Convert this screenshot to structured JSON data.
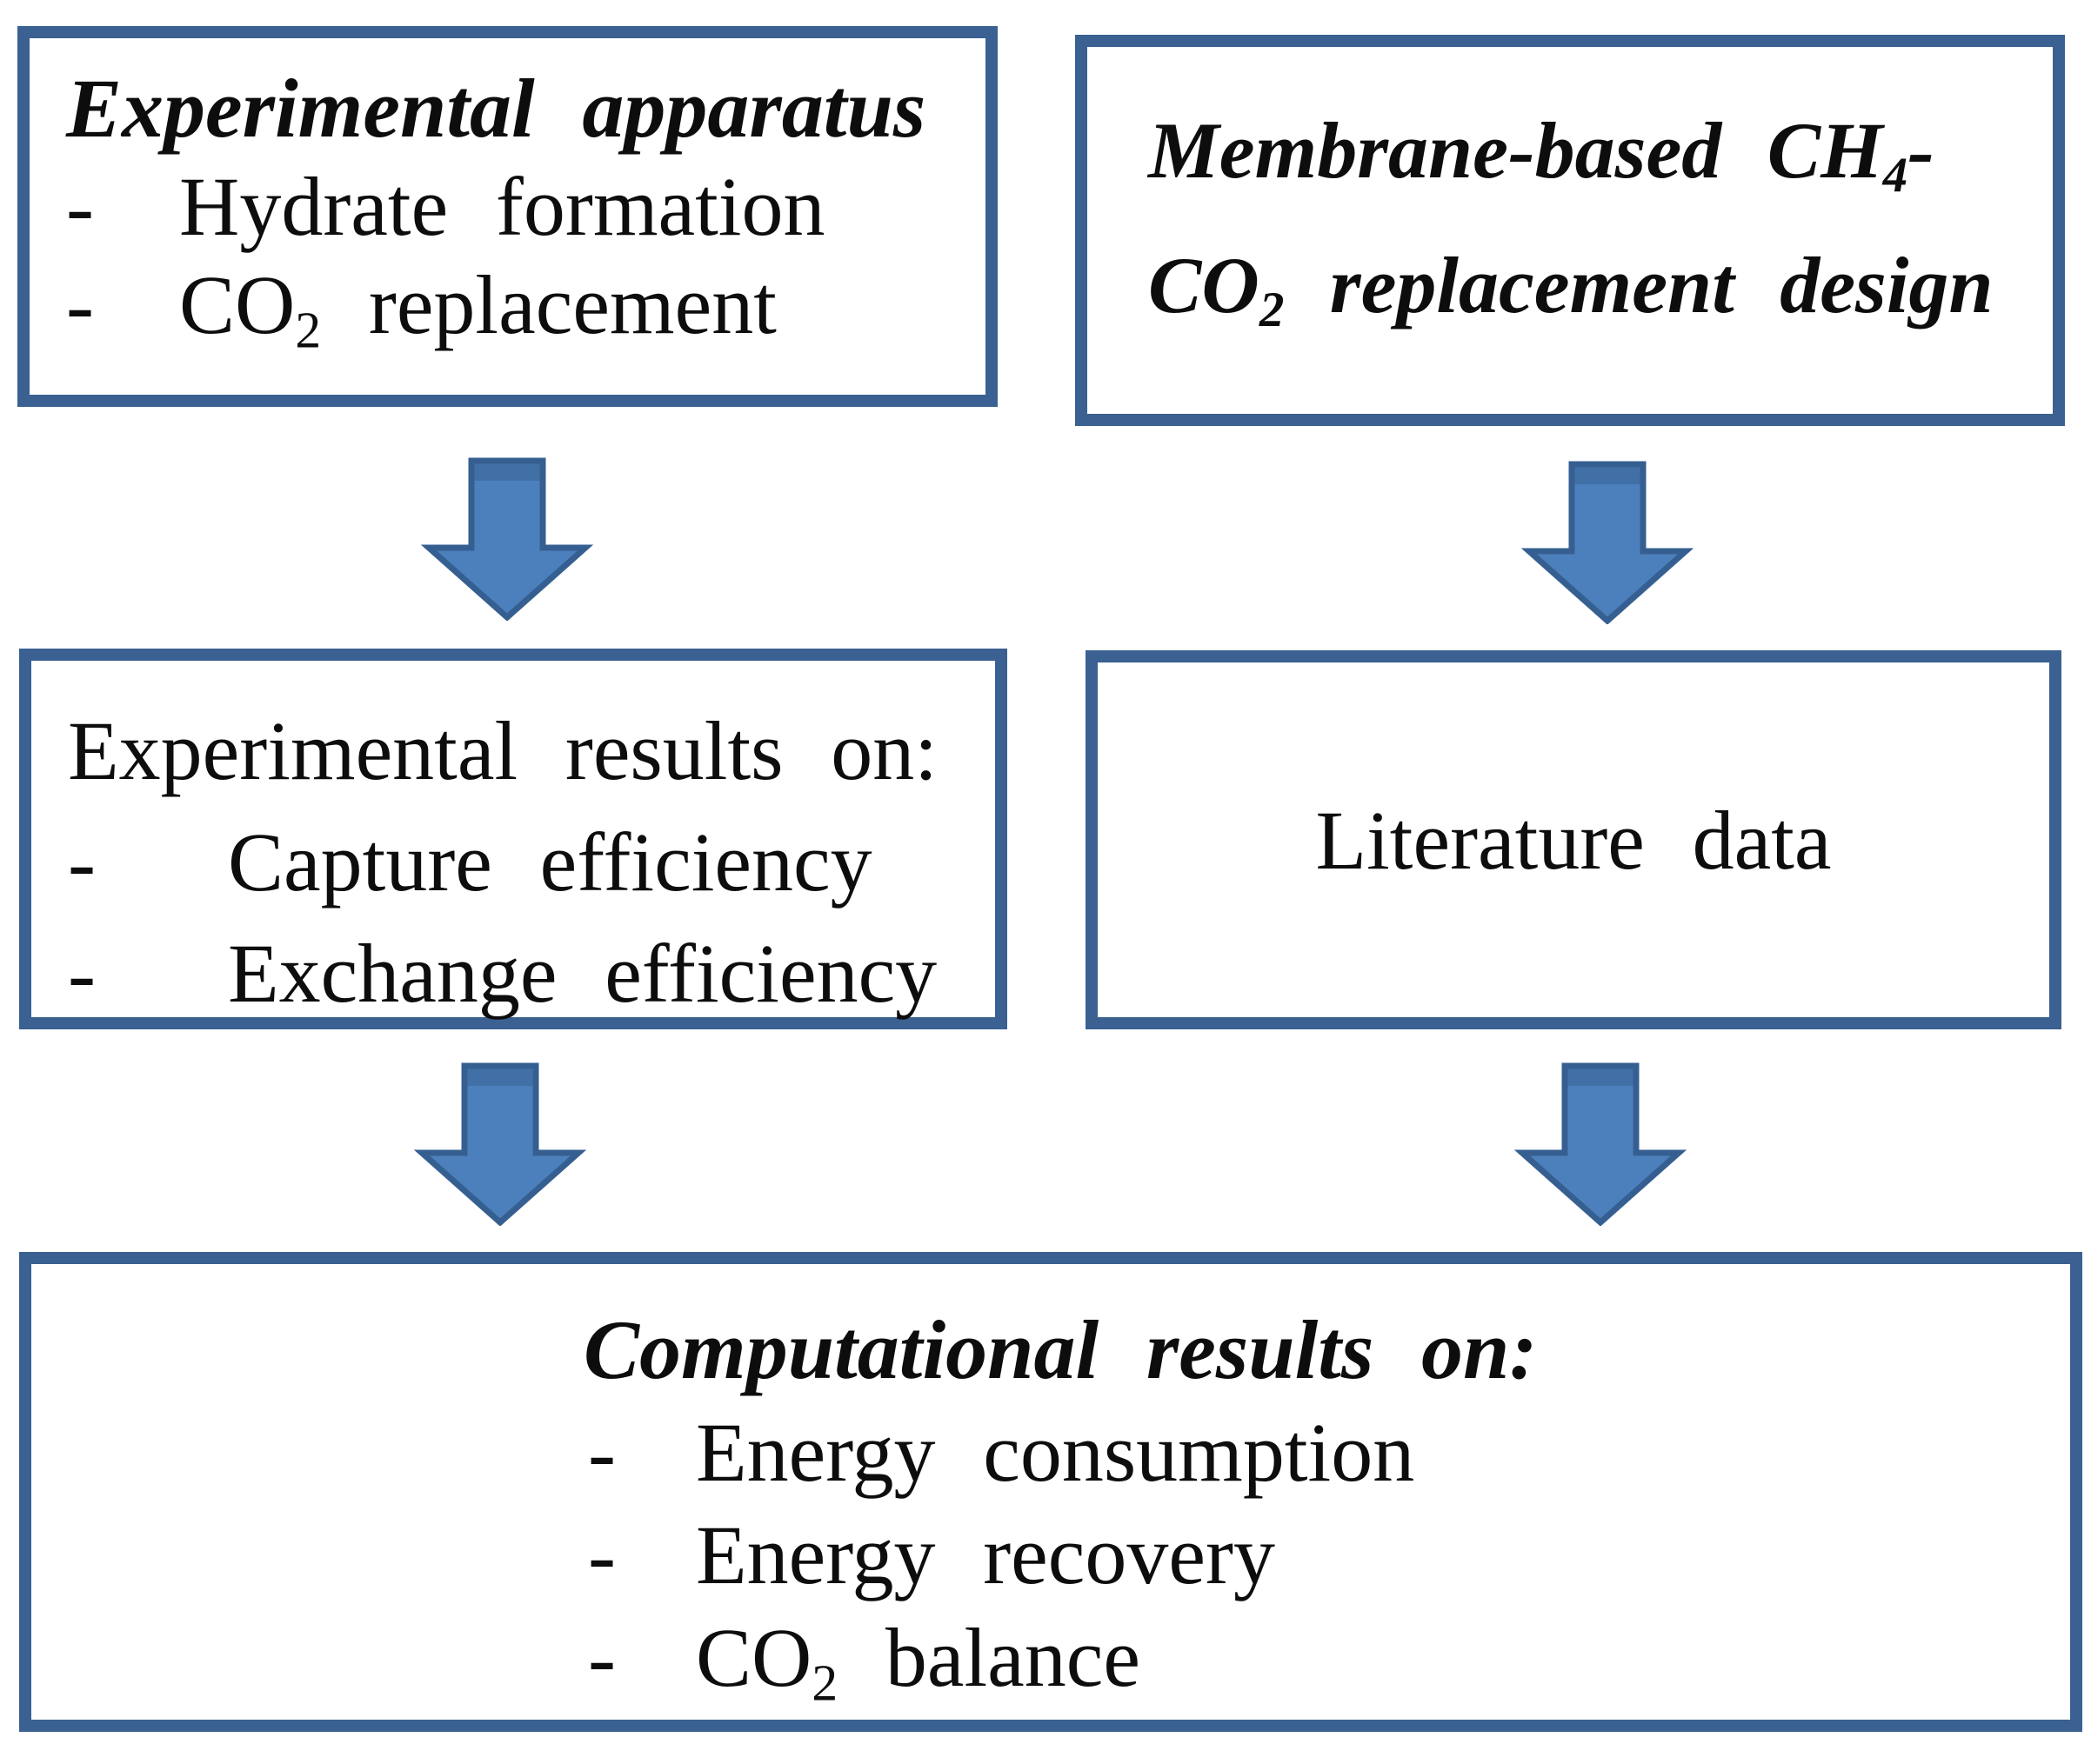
{
  "palette": {
    "border_color": "#3A6191",
    "arrow_fill": "#4C80BC",
    "arrow_stroke": "#365F91",
    "text_color": "#0d0d0d",
    "background": "#ffffff"
  },
  "bullet_marker": "-",
  "boxes": {
    "experimental_apparatus": {
      "title": "Experimental apparatus",
      "bullets": [
        [
          {
            "text": "Hydrate formation"
          }
        ],
        [
          {
            "text": "CO"
          },
          {
            "text": "2",
            "sub": true
          },
          {
            "text": " replacement"
          }
        ]
      ]
    },
    "membrane_design": {
      "lines": [
        [
          {
            "text": "Membrane-based CH"
          },
          {
            "text": "4",
            "sub": true
          },
          {
            "text": "-"
          }
        ],
        [
          {
            "text": "CO"
          },
          {
            "text": "2",
            "sub": true
          },
          {
            "text": " replacement design"
          }
        ]
      ]
    },
    "experimental_results": {
      "title": "Experimental results on:",
      "bullets": [
        [
          {
            "text": "Capture efficiency"
          }
        ],
        [
          {
            "text": "Exchange efficiency"
          }
        ]
      ]
    },
    "literature": {
      "label": "Literature data"
    },
    "computational_results": {
      "title": "Computational results on:",
      "bullets": [
        [
          {
            "text": "Energy consumption"
          }
        ],
        [
          {
            "text": "Energy recovery"
          }
        ],
        [
          {
            "text": "CO"
          },
          {
            "text": "2",
            "sub": true
          },
          {
            "text": " balance"
          }
        ]
      ]
    }
  },
  "arrows": [
    {
      "name": "arrow-apparatus-to-results",
      "direction": "down"
    },
    {
      "name": "arrow-design-to-literature",
      "direction": "down"
    },
    {
      "name": "arrow-results-to-computational",
      "direction": "down"
    },
    {
      "name": "arrow-literature-to-computational",
      "direction": "down"
    }
  ]
}
